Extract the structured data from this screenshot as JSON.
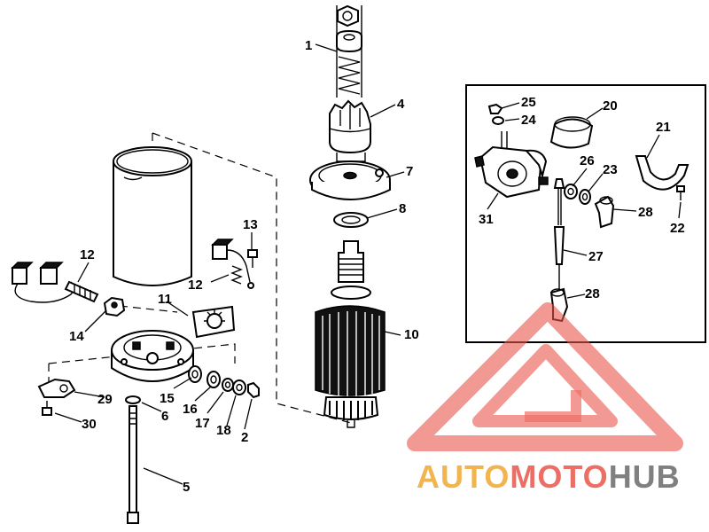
{
  "callouts": {
    "c1": "1",
    "c2": "2",
    "c4": "4",
    "c5": "5",
    "c6": "6",
    "c7": "7",
    "c8": "8",
    "c10": "10",
    "c11": "11",
    "c12a": "12",
    "c12b": "12",
    "c13": "13",
    "c14": "14",
    "c15": "15",
    "c16": "16",
    "c17": "17",
    "c18": "18",
    "c20": "20",
    "c21": "21",
    "c22": "22",
    "c23": "23",
    "c24": "24",
    "c25": "25",
    "c26": "26",
    "c27": "27",
    "c28a": "28",
    "c28b": "28",
    "c29": "29",
    "c30": "30",
    "c31": "31"
  },
  "watermark": {
    "part1": "AUTO",
    "part2": "MOTO",
    "part3": "HUB",
    "colors": {
      "orange": "#f0a830",
      "red": "#e8564a",
      "gray": "#6b6b6b"
    }
  }
}
